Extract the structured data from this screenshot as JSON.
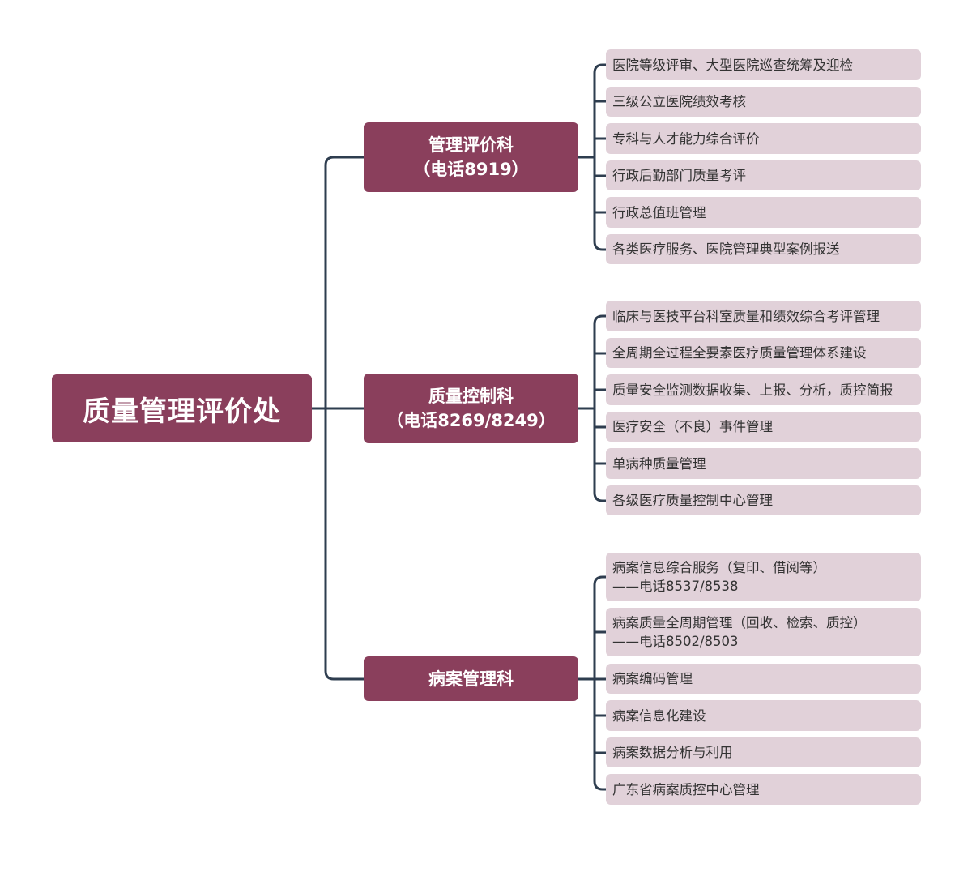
{
  "root": {
    "label": "质量管理评价处"
  },
  "departments": [
    {
      "name": "管理评价科",
      "phone": "（电话8919）",
      "items": [
        {
          "text": "医院等级评审、大型医院巡查统筹及迎检"
        },
        {
          "text": "三级公立医院绩效考核"
        },
        {
          "text": "专科与人才能力综合评价"
        },
        {
          "text": "行政后勤部门质量考评"
        },
        {
          "text": "行政总值班管理"
        },
        {
          "text": "各类医疗服务、医院管理典型案例报送"
        }
      ]
    },
    {
      "name": "质量控制科",
      "phone": "（电话8269/8249）",
      "items": [
        {
          "text": "临床与医技平台科室质量和绩效综合考评管理"
        },
        {
          "text": "全周期全过程全要素医疗质量管理体系建设"
        },
        {
          "text": "质量安全监测数据收集、上报、分析，质控简报"
        },
        {
          "text": "医疗安全（不良）事件管理"
        },
        {
          "text": "单病种质量管理"
        },
        {
          "text": "各级医疗质量控制中心管理"
        }
      ]
    },
    {
      "name": "病案管理科",
      "items": [
        {
          "text": "病案信息综合服务（复印、借阅等）",
          "sub": "——电话8537/8538"
        },
        {
          "text": "病案质量全周期管理（回收、检索、质控）",
          "sub": "——电话8502/8503"
        },
        {
          "text": "病案编码管理"
        },
        {
          "text": "病案信息化建设"
        },
        {
          "text": "病案数据分析与利用"
        },
        {
          "text": "广东省病案质控中心管理"
        }
      ]
    }
  ],
  "colors": {
    "node_fill": "#8a3f5c",
    "leaf_fill": "#e1d1d9",
    "connector": "#2e3d4f",
    "leaf_text": "#333333"
  }
}
